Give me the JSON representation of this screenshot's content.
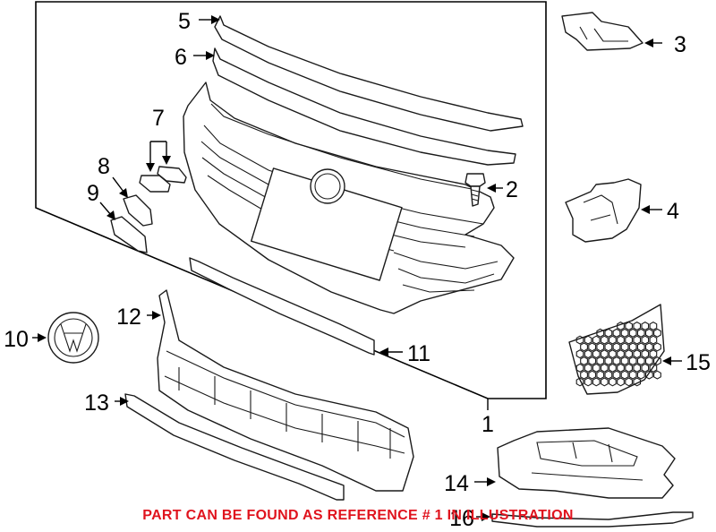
{
  "diagram": {
    "callouts": [
      {
        "id": "1",
        "label": "1"
      },
      {
        "id": "2",
        "label": "2"
      },
      {
        "id": "3",
        "label": "3"
      },
      {
        "id": "4",
        "label": "4"
      },
      {
        "id": "5",
        "label": "5"
      },
      {
        "id": "6",
        "label": "6"
      },
      {
        "id": "7",
        "label": "7"
      },
      {
        "id": "8",
        "label": "8"
      },
      {
        "id": "9",
        "label": "9"
      },
      {
        "id": "10",
        "label": "10"
      },
      {
        "id": "11",
        "label": "11"
      },
      {
        "id": "12",
        "label": "12"
      },
      {
        "id": "13",
        "label": "13"
      },
      {
        "id": "14",
        "label": "14"
      },
      {
        "id": "15",
        "label": "15"
      },
      {
        "id": "16",
        "label": "16"
      }
    ],
    "note": "PART CAN BE FOUND AS REFERENCE # 1 IN ILLUSTRATION",
    "note_color": "#e0141e"
  }
}
